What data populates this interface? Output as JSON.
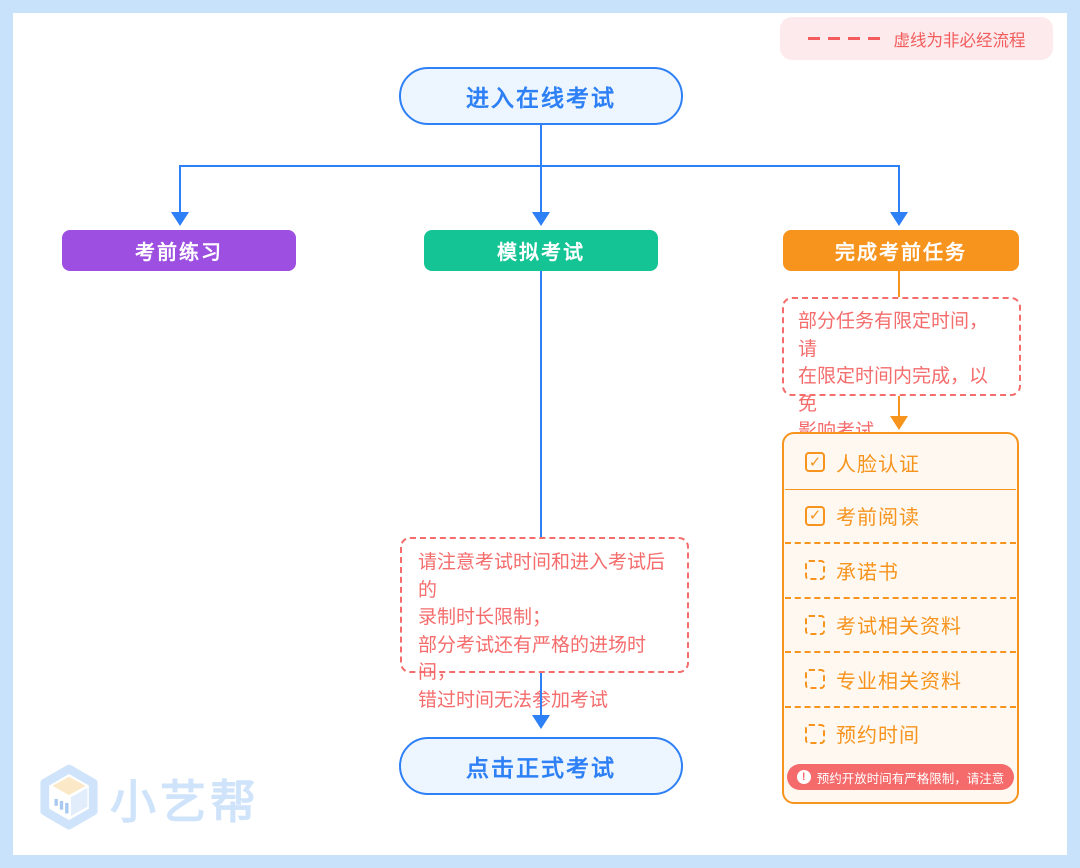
{
  "legend": {
    "dash_label": "虚线为非必经流程"
  },
  "flow": {
    "start_label": "进入在线考试",
    "branches": [
      {
        "label": "考前练习",
        "color": "#9c4fe0"
      },
      {
        "label": "模拟考试",
        "color": "#14c494"
      },
      {
        "label": "完成考前任务",
        "color": "#f7941d"
      }
    ],
    "task_note": "部分任务有限定时间，请\n在限定时间内完成，以免\n影响考试",
    "exam_note": "请注意考试时间和进入考试后的\n录制时长限制；\n部分考试还有严格的进场时间，\n错过时间无法参加考试",
    "final_label": "点击正式考试"
  },
  "checklist": {
    "items": [
      {
        "label": "人脸认证",
        "checked": true
      },
      {
        "label": "考前阅读",
        "checked": true
      },
      {
        "label": "承诺书",
        "checked": false
      },
      {
        "label": "考试相关资料",
        "checked": false
      },
      {
        "label": "专业相关资料",
        "checked": false
      },
      {
        "label": "预约时间",
        "checked": false
      }
    ],
    "warning": "预约开放时间有严格限制，请注意"
  },
  "icons": {
    "check": "✓",
    "warning": "!"
  },
  "watermark": {
    "brand": "小艺帮"
  },
  "colors": {
    "frame": "#c9e2fb",
    "flow_blue": "#2e80f6",
    "pill_bg": "#edf5fe",
    "purple": "#9c4fe0",
    "green": "#14c494",
    "orange": "#f7941d",
    "checklist_bg": "#fef8f1",
    "note_red": "#f56c6c",
    "legend_bg": "#fdeaec",
    "legend_red": "#f25c5c",
    "badge_pink": "#f56a6a",
    "watermark_blue": "#cfe3fa"
  }
}
